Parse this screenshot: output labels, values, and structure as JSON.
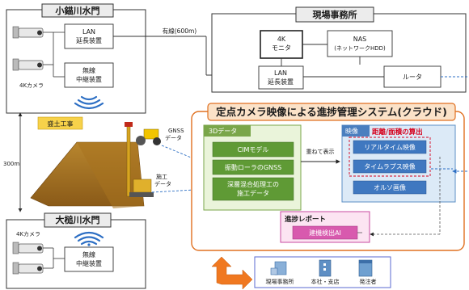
{
  "north_gate": {
    "title": "小錨川水門",
    "lan": [
      "LAN",
      "延長装置"
    ],
    "radio": [
      "無線",
      "中継装置"
    ],
    "camera_label": "4Kカメラ"
  },
  "site_office": {
    "title": "現場事務所",
    "monitor": [
      "4K",
      "モニタ"
    ],
    "nas": [
      "NAS",
      "(ネットワークHDD)"
    ],
    "lan": [
      "LAN",
      "延長装置"
    ],
    "router": "ルータ"
  },
  "wired_label": "有線(600m)",
  "embankment": {
    "label": "盛土工事",
    "distance": "300m",
    "gnss": [
      "GNSS",
      "データ"
    ],
    "construction": [
      "施工",
      "データ"
    ]
  },
  "south_gate": {
    "title": "大槌川水門",
    "camera_label": "4Kカメラ",
    "radio": [
      "無線",
      "中継装置"
    ]
  },
  "system": {
    "title": "定点カメラ映像による進捗管理システム(クラウド)",
    "data3d": {
      "header": "3Dデータ",
      "items": [
        "CIMモデル",
        "振動ローラのGNSS",
        "深層混合処理工の",
        "施工データ"
      ]
    },
    "overlay_label": "重ねて表示",
    "video": {
      "header": "映像",
      "calc": "距離/面積の算出",
      "items": [
        "リアルタイム映像",
        "タイムラプス映像",
        "オルソ画像"
      ]
    },
    "report": {
      "header": "進捗レポート",
      "item": "建機検出AI"
    }
  },
  "users": [
    "現場事務所",
    "本社・支店",
    "発注者"
  ]
}
